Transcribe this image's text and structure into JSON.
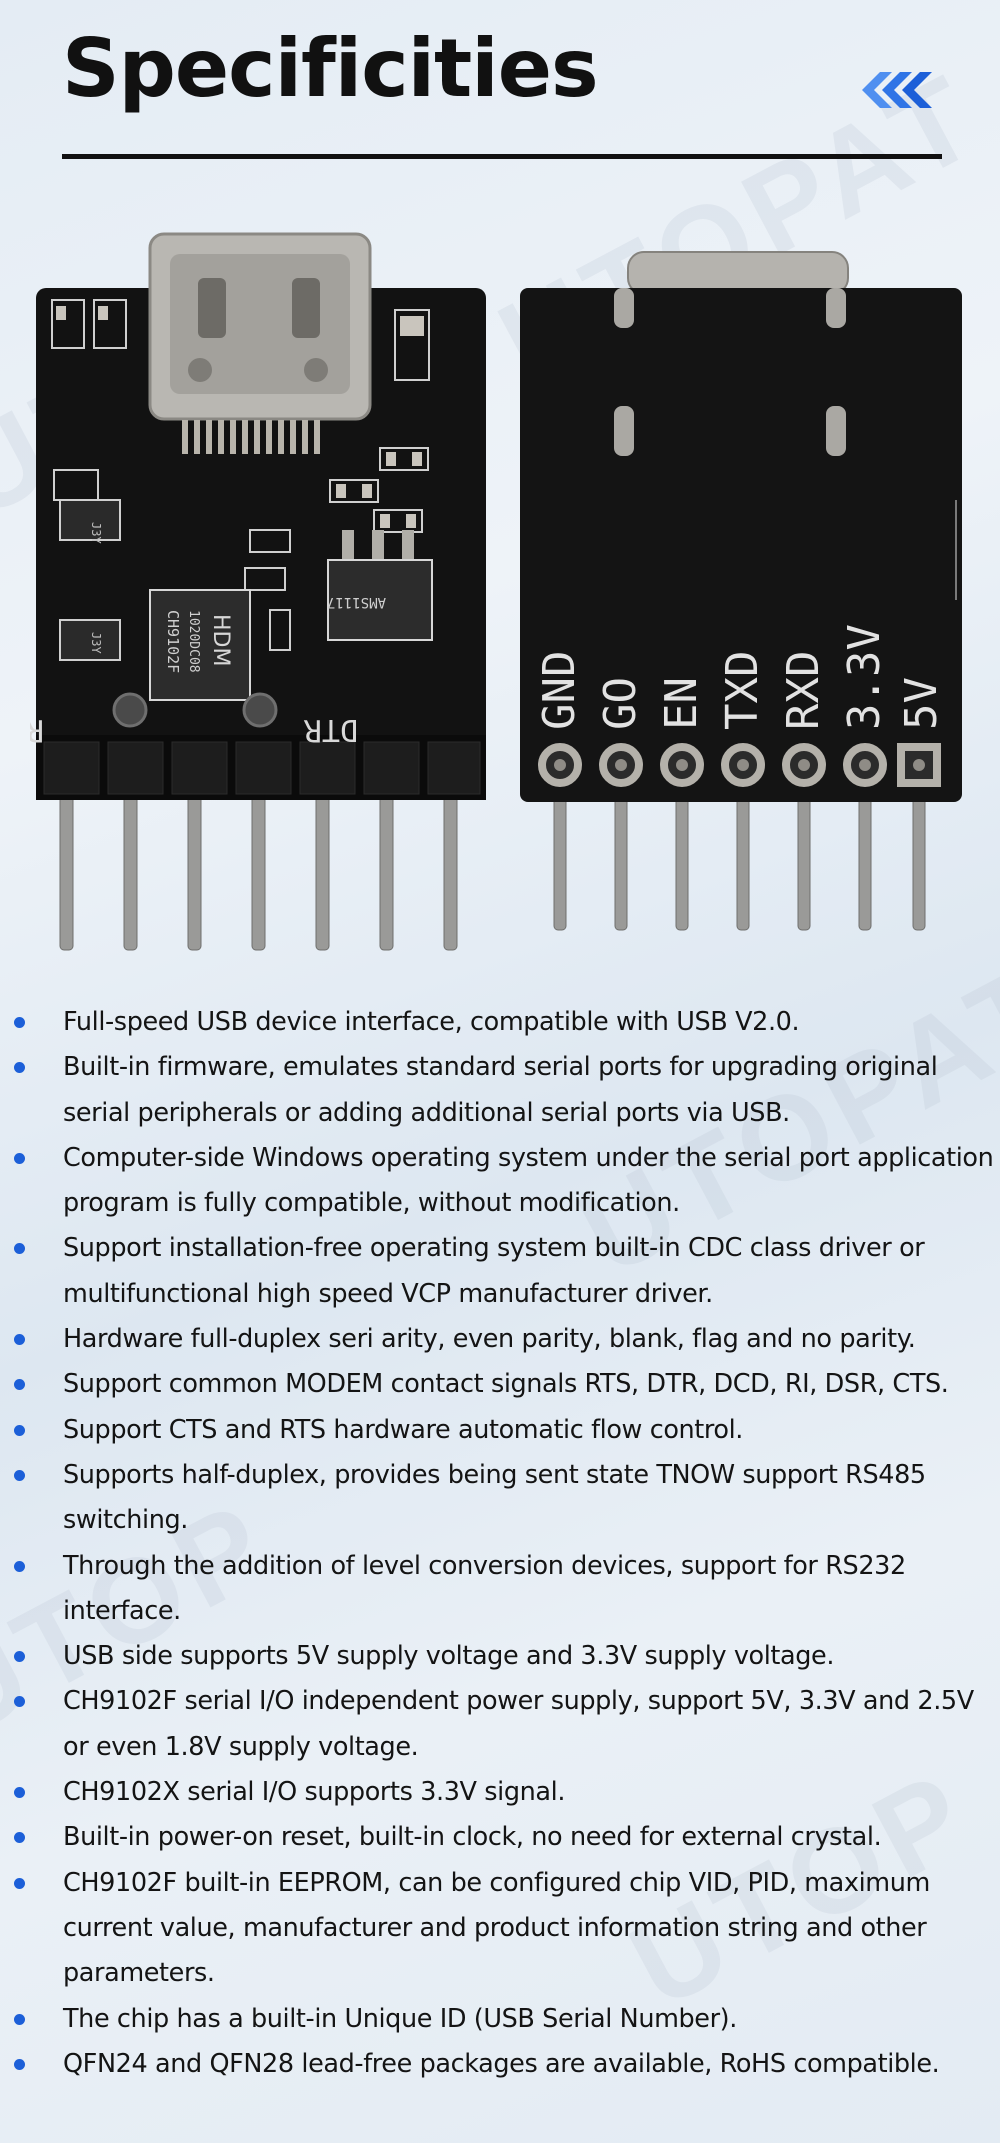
{
  "header": {
    "title": "Specificities"
  },
  "colors": {
    "accent": "#1c5fd8",
    "accent_light": "#4f8ff0",
    "pcb": "#111111",
    "rule": "#111111"
  },
  "board_front": {
    "left_label": "RTS",
    "right_label": "DTR",
    "chip_text_1": "CH9102F",
    "chip_text_2": "1020DC08",
    "logo_text": "HDM",
    "regulator_text": "AMS1117",
    "small_chip_text": "J3Y"
  },
  "board_back": {
    "pins": [
      "GND",
      "GO",
      "EN",
      "TXD",
      "RXD",
      "3.3V",
      "5V"
    ]
  },
  "features": [
    "Full-speed USB device interface, compatible with USB V2.0.",
    "Built-in firmware, emulates standard serial ports for upgrading original serial peripherals or adding additional serial ports via USB.",
    "Computer-side Windows operating system under the serial port application program is fully compatible, without modification.",
    "Support installation-free operating system built-in CDC class driver  or multifunctional high speed VCP manufacturer driver.",
    "Hardware full-duplex seri  arity, even parity, blank, flag and no parity.",
    "Support common MODEM contact signals RTS, DTR, DCD, RI, DSR, CTS.",
    "Support CTS and RTS hardware automatic flow control.",
    "Supports half-duplex, provides being sent state TNOW support RS485 switching.",
    "Through the addition of level conversion devices, support for RS232 interface.",
    "USB side supports 5V supply voltage and 3.3V supply voltage.",
    "CH9102F serial I/O independent power supply, support 5V, 3.3V and 2.5V or even 1.8V supply voltage.",
    "CH9102X serial I/O supports 3.3V signal.",
    "Built-in power-on reset, built-in clock, no need for external crystal.",
    "CH9102F built-in EEPROM, can be configured chip VID, PID, maximum current value, manufacturer and product information string and other parameters.",
    "The chip has a built-in Unique ID (USB Serial Number).",
    "QFN24 and QFN28 lead-free packages are available, RoHS compatible."
  ]
}
